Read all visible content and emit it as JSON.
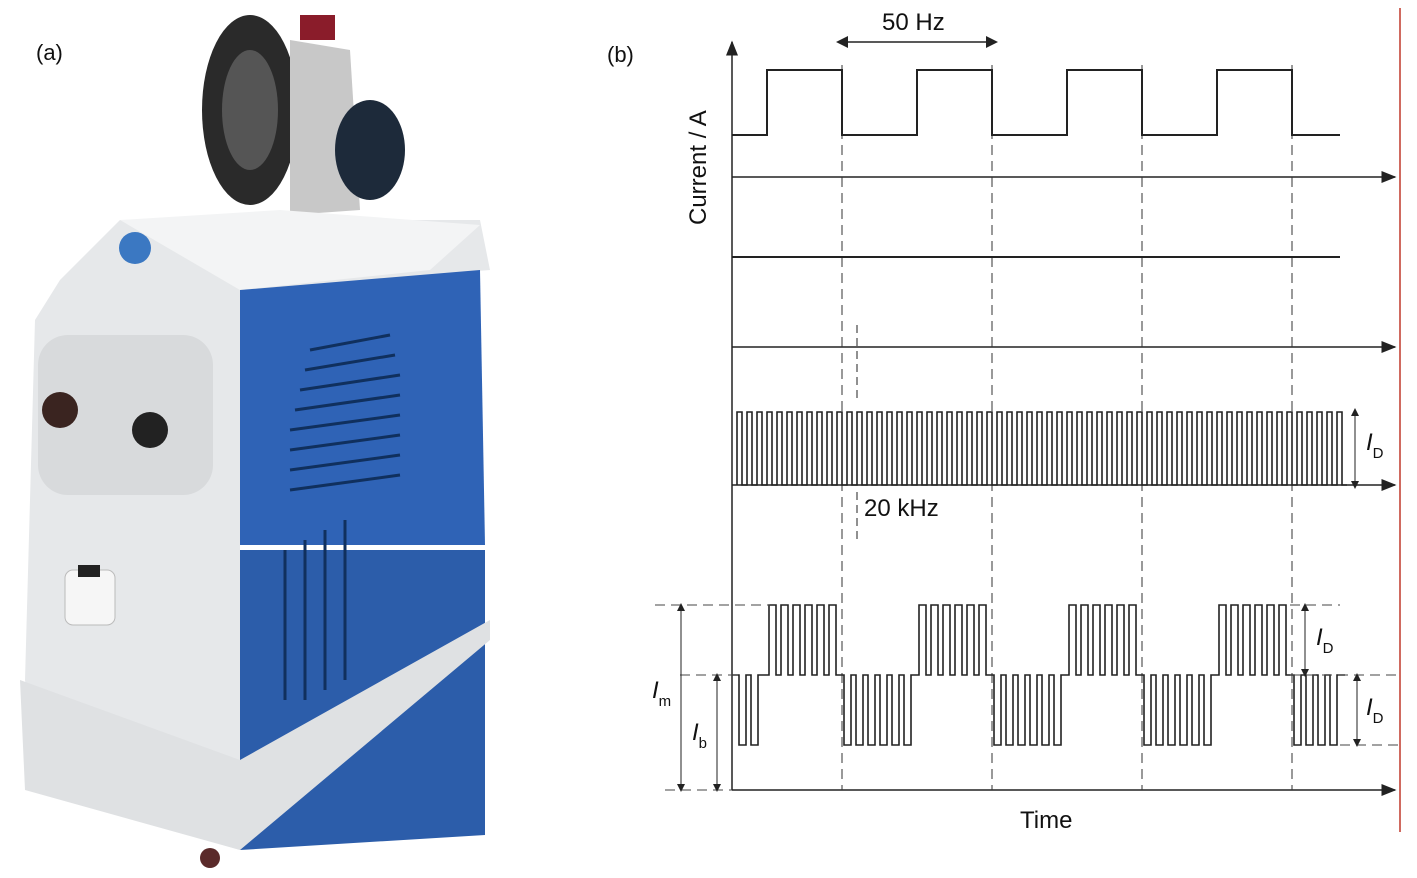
{
  "panel_a": {
    "label": "(a)"
  },
  "panel_b": {
    "label": "(b)",
    "y_axis_label": "Current / A",
    "x_axis_label": "Time",
    "freq_low": "50 Hz",
    "freq_high": "20 kHz",
    "id_symbol": "I",
    "id_sub": "D",
    "im_symbol": "I",
    "im_sub": "m",
    "ib_symbol": "I",
    "ib_sub": "b"
  },
  "colors": {
    "machine_blue": "#2f63b6",
    "machine_white": "#e9ecef",
    "red_line": "#c0392b"
  }
}
